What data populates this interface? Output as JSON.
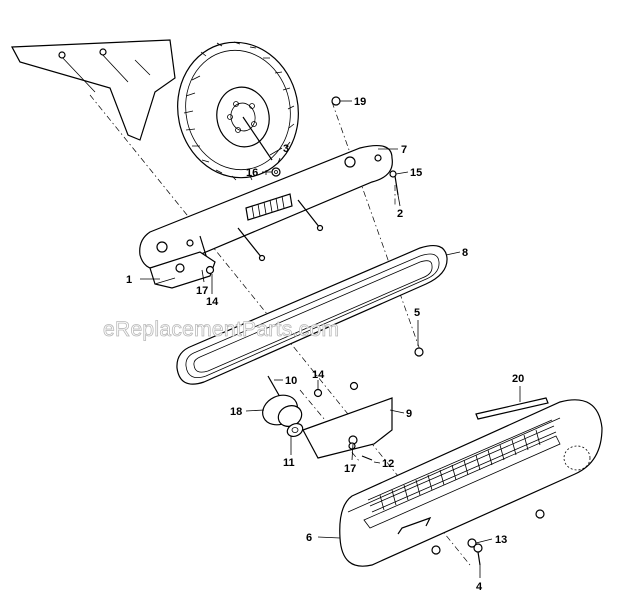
{
  "watermark": "eReplacementParts.com",
  "callouts": {
    "c1": "1",
    "c2": "2",
    "c3": "3",
    "c4": "4",
    "c5": "5",
    "c6": "6",
    "c7": "7",
    "c8": "8",
    "c9": "9",
    "c10": "10",
    "c11": "11",
    "c12": "12",
    "c13": "13",
    "c14a": "14",
    "c14b": "14",
    "c15": "15",
    "c16": "16",
    "c17a": "17",
    "c17b": "17",
    "c18": "18",
    "c19": "19",
    "c20": "20"
  }
}
